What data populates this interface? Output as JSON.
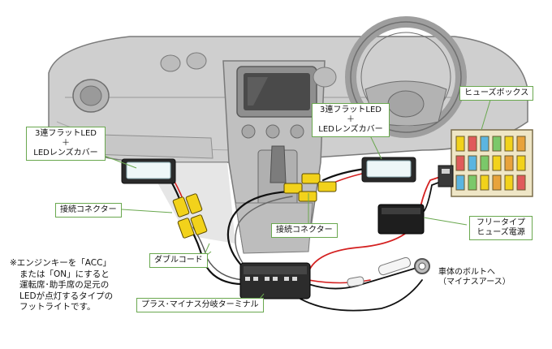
{
  "labels": {
    "led_left": [
      "3連フラットLED",
      "＋",
      "LEDレンズカバー"
    ],
    "led_right": [
      "3連フラットLED",
      "＋",
      "LEDレンズカバー"
    ],
    "fuse_box": "ヒューズボックス",
    "connector_left": "接続コネクター",
    "connector_right": "接続コネクター",
    "double_cord": "ダブルコード",
    "terminal": "プラス･マイナス分岐ターミナル",
    "free_fuse": [
      "フリータイプ",
      "ヒューズ電源"
    ],
    "bolt": [
      "車体のボルトへ",
      "（マイナスアース）"
    ]
  },
  "note": [
    "※エンジンキーを「ACC」",
    "または「ON」にすると",
    "運転席･助手席の足元の",
    "LEDが点灯するタイプの",
    "フットライトです。"
  ],
  "colors": {
    "dashboard": "#c4c4c4",
    "dashboard_dark": "#8c8c8c",
    "leader_line": "#6aa84f",
    "wire_black": "#111111",
    "wire_red": "#d42020",
    "connector_yellow": "#f2d21b",
    "led_lens": "#eef7f8"
  }
}
